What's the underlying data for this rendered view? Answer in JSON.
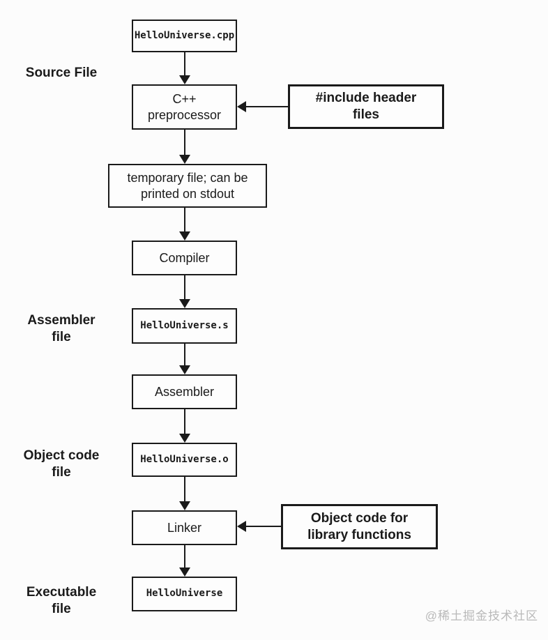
{
  "diagram": {
    "title": "C++ compilation pipeline flowchart",
    "nodes": [
      {
        "id": "source-file-box",
        "text": "HelloUniverse.cpp"
      },
      {
        "id": "preprocessor-box",
        "text": "C++\npreprocessor"
      },
      {
        "id": "temp-file-box",
        "text": "temporary file; can be\nprinted on stdout"
      },
      {
        "id": "compiler-box",
        "text": "Compiler"
      },
      {
        "id": "assembler-file-box",
        "text": "HelloUniverse.s"
      },
      {
        "id": "assembler-box",
        "text": "Assembler"
      },
      {
        "id": "object-file-box",
        "text": "HelloUniverse.o"
      },
      {
        "id": "linker-box",
        "text": "Linker"
      },
      {
        "id": "executable-box",
        "text": "HelloUniverse"
      }
    ],
    "side_inputs": [
      {
        "id": "include-headers-box",
        "text": "#include header\nfiles"
      },
      {
        "id": "library-object-box",
        "text": "Object code for\nlibrary functions"
      }
    ],
    "stage_labels": [
      {
        "id": "source-file-label",
        "text": "Source File"
      },
      {
        "id": "assembler-file-label",
        "text": "Assembler\nfile"
      },
      {
        "id": "object-code-file-label",
        "text": "Object code\nfile"
      },
      {
        "id": "executable-file-label",
        "text": "Executable\nfile"
      }
    ],
    "watermark": "@稀土掘金技术社区",
    "colors": {
      "ink": "#1a1a1a",
      "background": "#fcfcfc",
      "watermark_gray": "#b9b9b9"
    }
  }
}
